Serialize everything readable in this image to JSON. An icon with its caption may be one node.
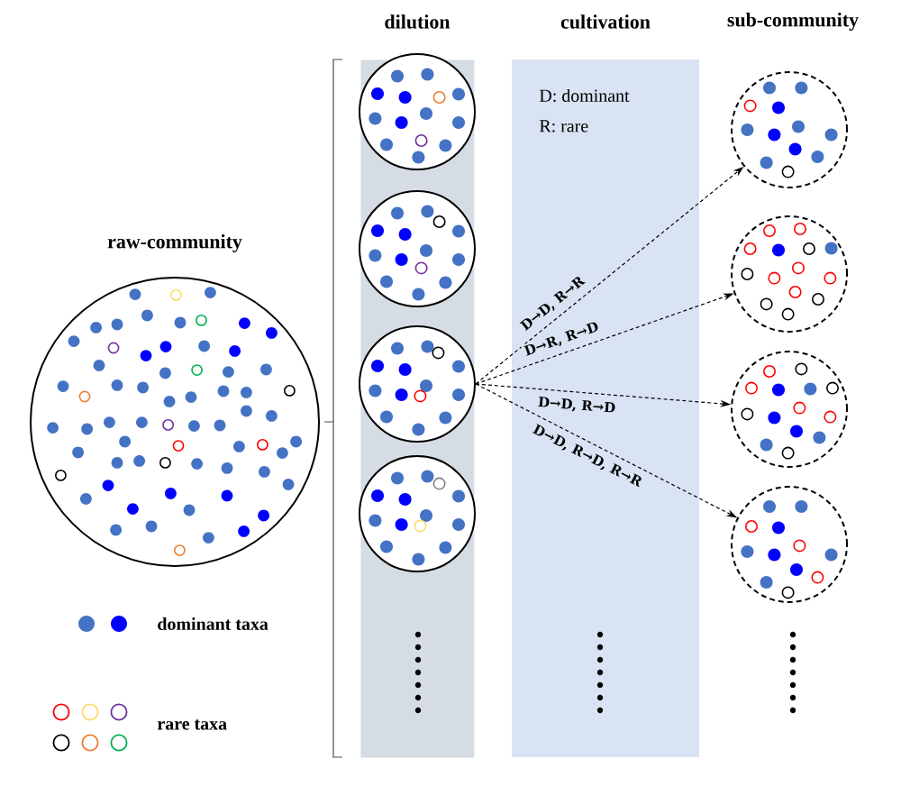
{
  "diagram": {
    "nodes": [
      {
        "text": [
          "raw-community"
        ]
      },
      {
        "text": [
          "dilution"
        ]
      },
      {
        "text": [],
        "shape": "circle",
        "in": 1
      },
      {
        "text": [],
        "shape": "circle",
        "in": 1
      },
      {
        "text": [],
        "shape": "circle",
        "in": 1
      },
      {
        "text": [],
        "shape": "circle",
        "in": 1
      },
      {
        "text": [],
        "shape": "circle"
      },
      {
        "text": [],
        "shape": "circle"
      },
      {
        "text": [],
        "shape": "circle"
      },
      {
        "text": [],
        "shape": "circle"
      }
    ],
    "edges": [
      {
        "from": 4,
        "to": 6,
        "arrow": "to",
        "style": "dashed",
        "label": "D→D, R→R"
      },
      {
        "from": 4,
        "to": 7,
        "arrow": "to",
        "style": "dashed",
        "label": "D→R, R→D"
      },
      {
        "from": 4,
        "to": 8,
        "arrow": "to",
        "style": "dashed",
        "label": "D→D, R→D"
      },
      {
        "from": 4,
        "to": 9,
        "arrow": "to",
        "style": "dashed",
        "label": "D→D, R→D, R→R"
      }
    ],
    "labels": [
      "cultivation",
      "D: dominant",
      "R: rare",
      "sub-community"
    ],
    "legend": [
      {
        "text": "dominant taxa"
      },
      {
        "text": "rare taxa"
      }
    ]
  }
}
